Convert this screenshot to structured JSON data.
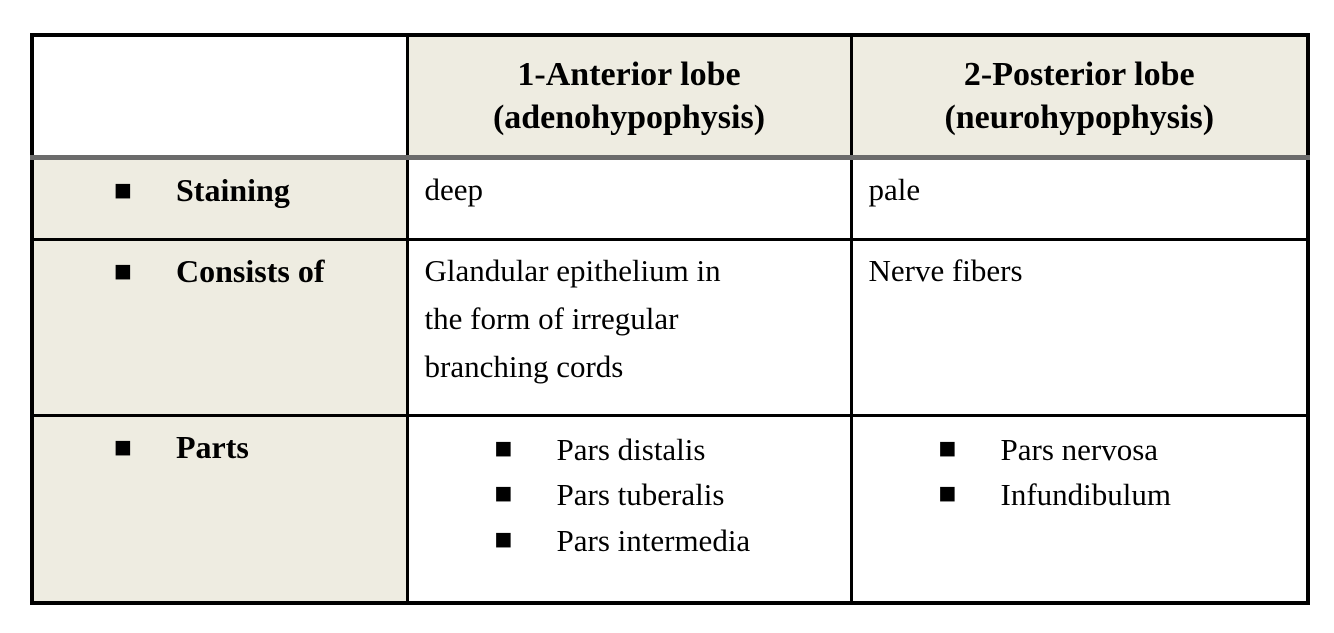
{
  "icons": {
    "bullet": "■"
  },
  "colors": {
    "header_bg": "#EEECE1",
    "label_bg": "#EEECE1",
    "grid_line": "#000000",
    "header_divider": "#6B6B6B",
    "page_bg": "#FFFFFF",
    "text": "#000000"
  },
  "table": {
    "headers": {
      "anterior": {
        "line1": "1-Anterior lobe",
        "line2": "(adenohypophysis)"
      },
      "posterior": {
        "line1": "2-Posterior lobe",
        "line2": "(neurohypophysis)"
      }
    },
    "rows": [
      {
        "label": "Staining",
        "anterior": "deep",
        "posterior": "pale"
      },
      {
        "label": "Consists of",
        "anterior": "Glandular epithelium in\nthe form of irregular\nbranching cords",
        "posterior": "Nerve fibers"
      },
      {
        "label": "Parts",
        "anterior_items": [
          "Pars distalis",
          "Pars tuberalis",
          "Pars intermedia"
        ],
        "posterior_items": [
          "Pars nervosa",
          "Infundibulum"
        ]
      }
    ]
  }
}
